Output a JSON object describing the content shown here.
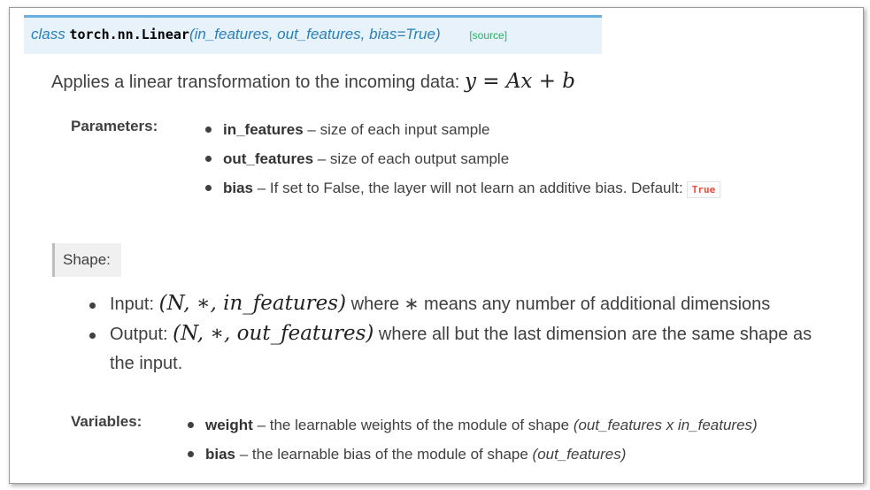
{
  "signature": {
    "keyword": "class",
    "name": "torch.nn.Linear",
    "open_paren": "(",
    "args": "in_features, out_features, bias=True",
    "close_paren": ")",
    "source_link": "[source]"
  },
  "description": {
    "text": "Applies a linear transformation to the incoming data:",
    "formula": "y = Ax + b"
  },
  "parameters": {
    "label": "Parameters:",
    "items": [
      {
        "name": "in_features",
        "desc": " – size of each input sample"
      },
      {
        "name": "out_features",
        "desc": " – size of each output sample"
      },
      {
        "name": "bias",
        "desc": " – If set to False, the layer will not learn an additive bias. Default:",
        "default": "True"
      }
    ]
  },
  "shape": {
    "label": "Shape:",
    "items": [
      {
        "prefix": "Input:",
        "math": "(N, ∗, in_features)",
        "text": "where ∗ means any number of additional dimensions"
      },
      {
        "prefix": "Output:",
        "math": "(N, ∗, out_features)",
        "text": "where all but the last dimension are the same shape as the input."
      }
    ]
  },
  "variables": {
    "label": "Variables:",
    "items": [
      {
        "name": "weight",
        "desc": " – the learnable weights of the module of shape ",
        "shape": "(out_features x in_features)"
      },
      {
        "name": "bias",
        "desc": " – the learnable bias of the module of shape ",
        "shape": "(out_features)"
      }
    ]
  },
  "colors": {
    "link_blue": "#2980b9",
    "signature_bg": "#e7f2fa",
    "signature_border": "#6ab0de",
    "source_green": "#27ae60",
    "literal_red": "#e74c3c"
  }
}
